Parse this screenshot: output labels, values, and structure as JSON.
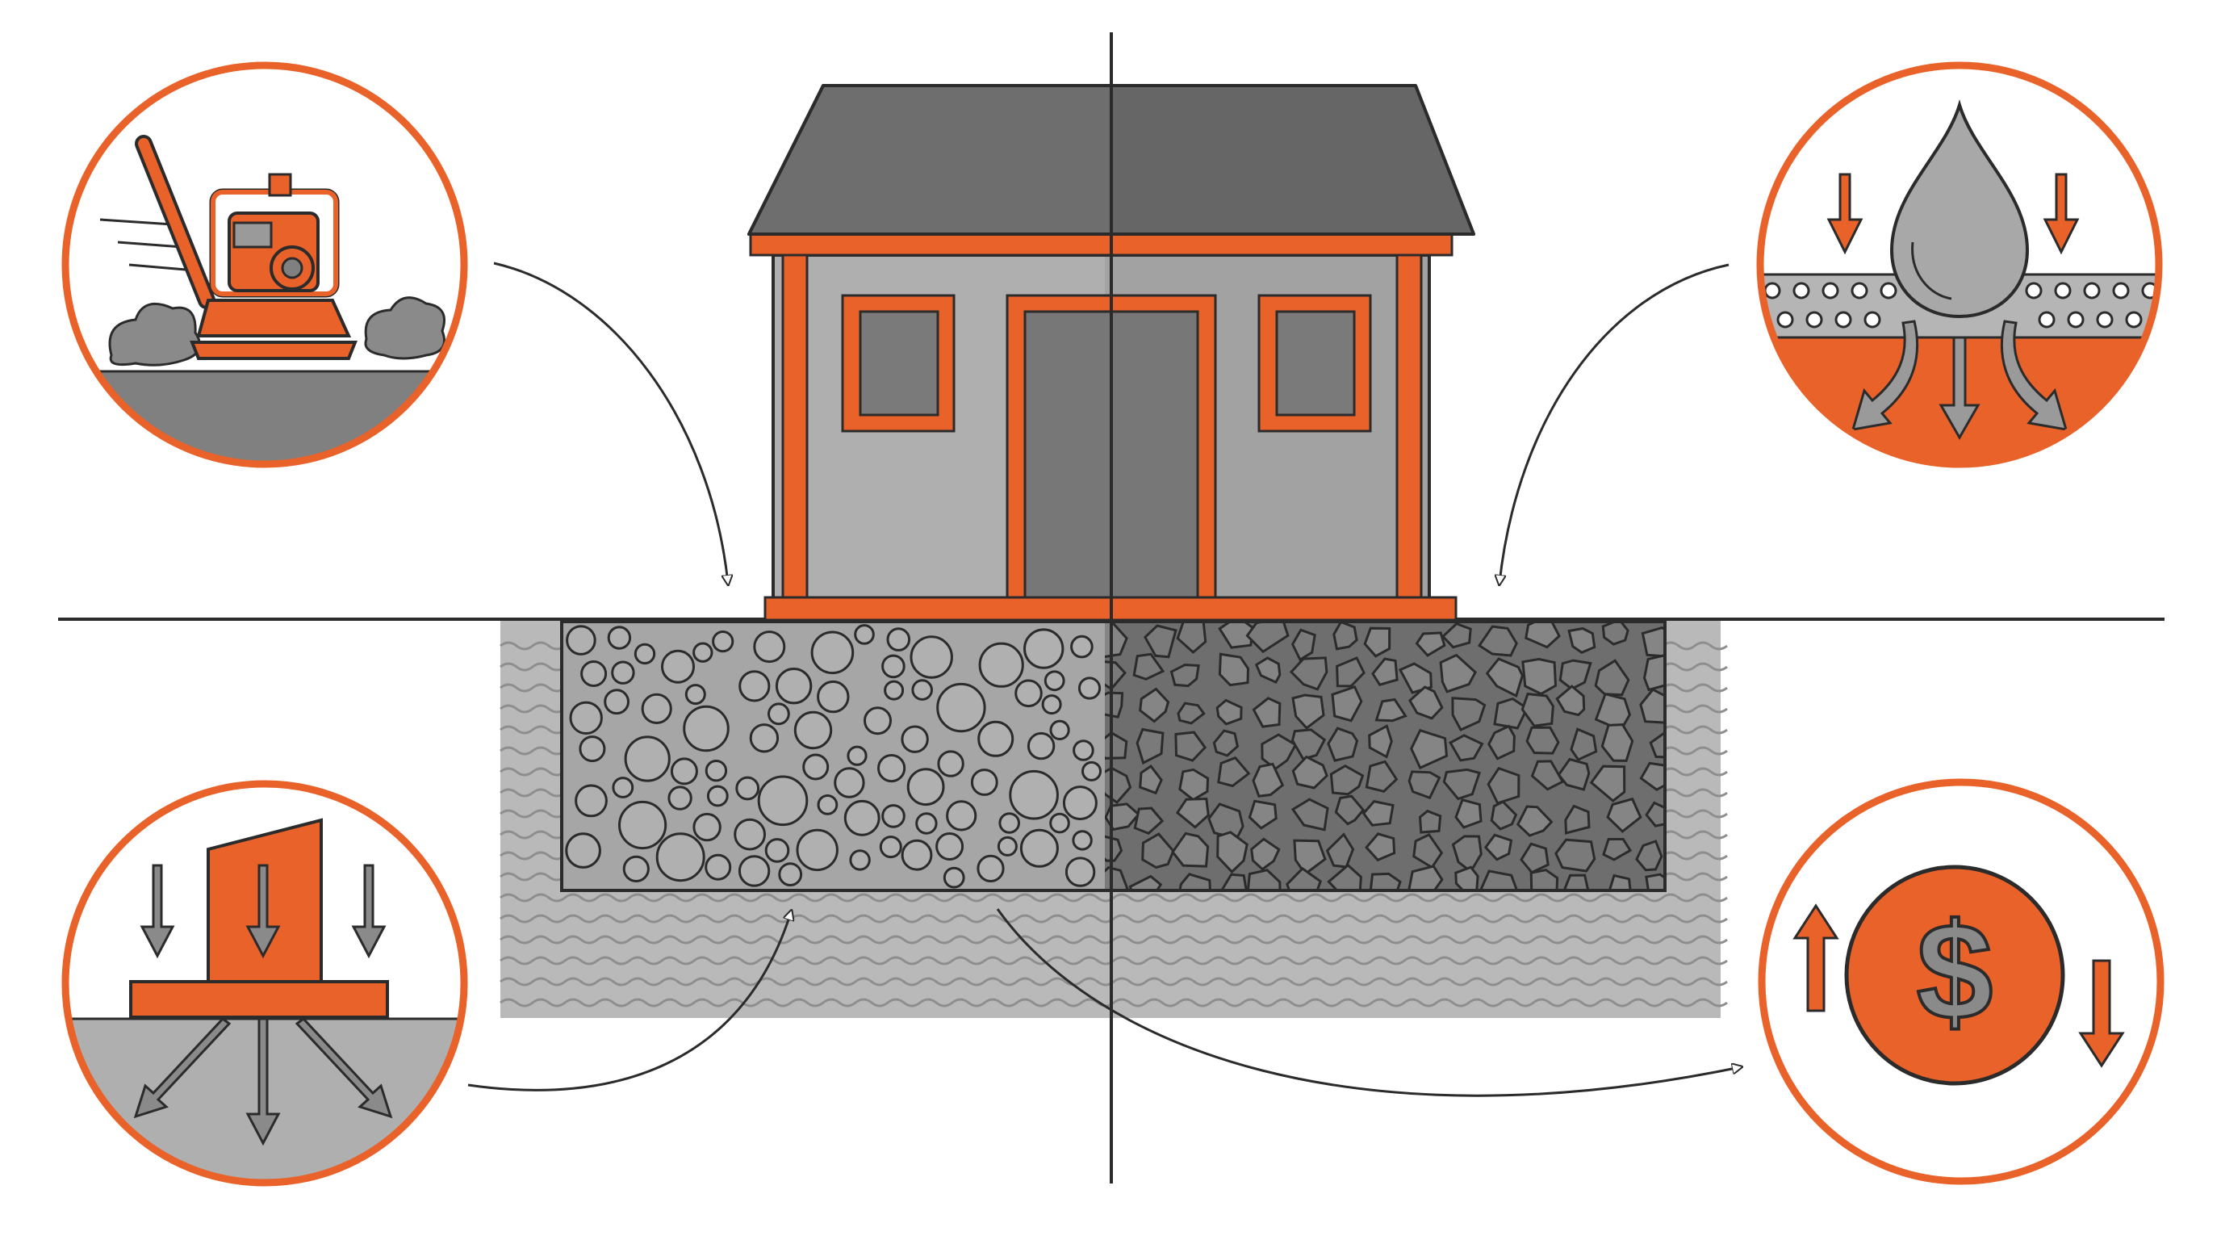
{
  "colors": {
    "accent": "#E8622A",
    "outline": "#2B2B2B",
    "grey_light": "#A9A9A9",
    "grey_mid": "#808080",
    "grey_dark": "#6A6A6A",
    "ground": "#B9B9B9",
    "background": "#FFFFFF"
  },
  "scene": {
    "subject": "shed-on-gravel-pad",
    "left_half_fill": "round-pea-gravel",
    "right_half_fill": "angular-crushed-stone"
  },
  "callouts": [
    {
      "id": "compaction",
      "icon": "plate-compactor-icon"
    },
    {
      "id": "drainage",
      "icon": "water-drop-drainage-icon"
    },
    {
      "id": "load-bearing",
      "icon": "load-distribution-icon"
    },
    {
      "id": "cost",
      "icon": "dollar-coin-icon",
      "glyph": "$"
    }
  ]
}
